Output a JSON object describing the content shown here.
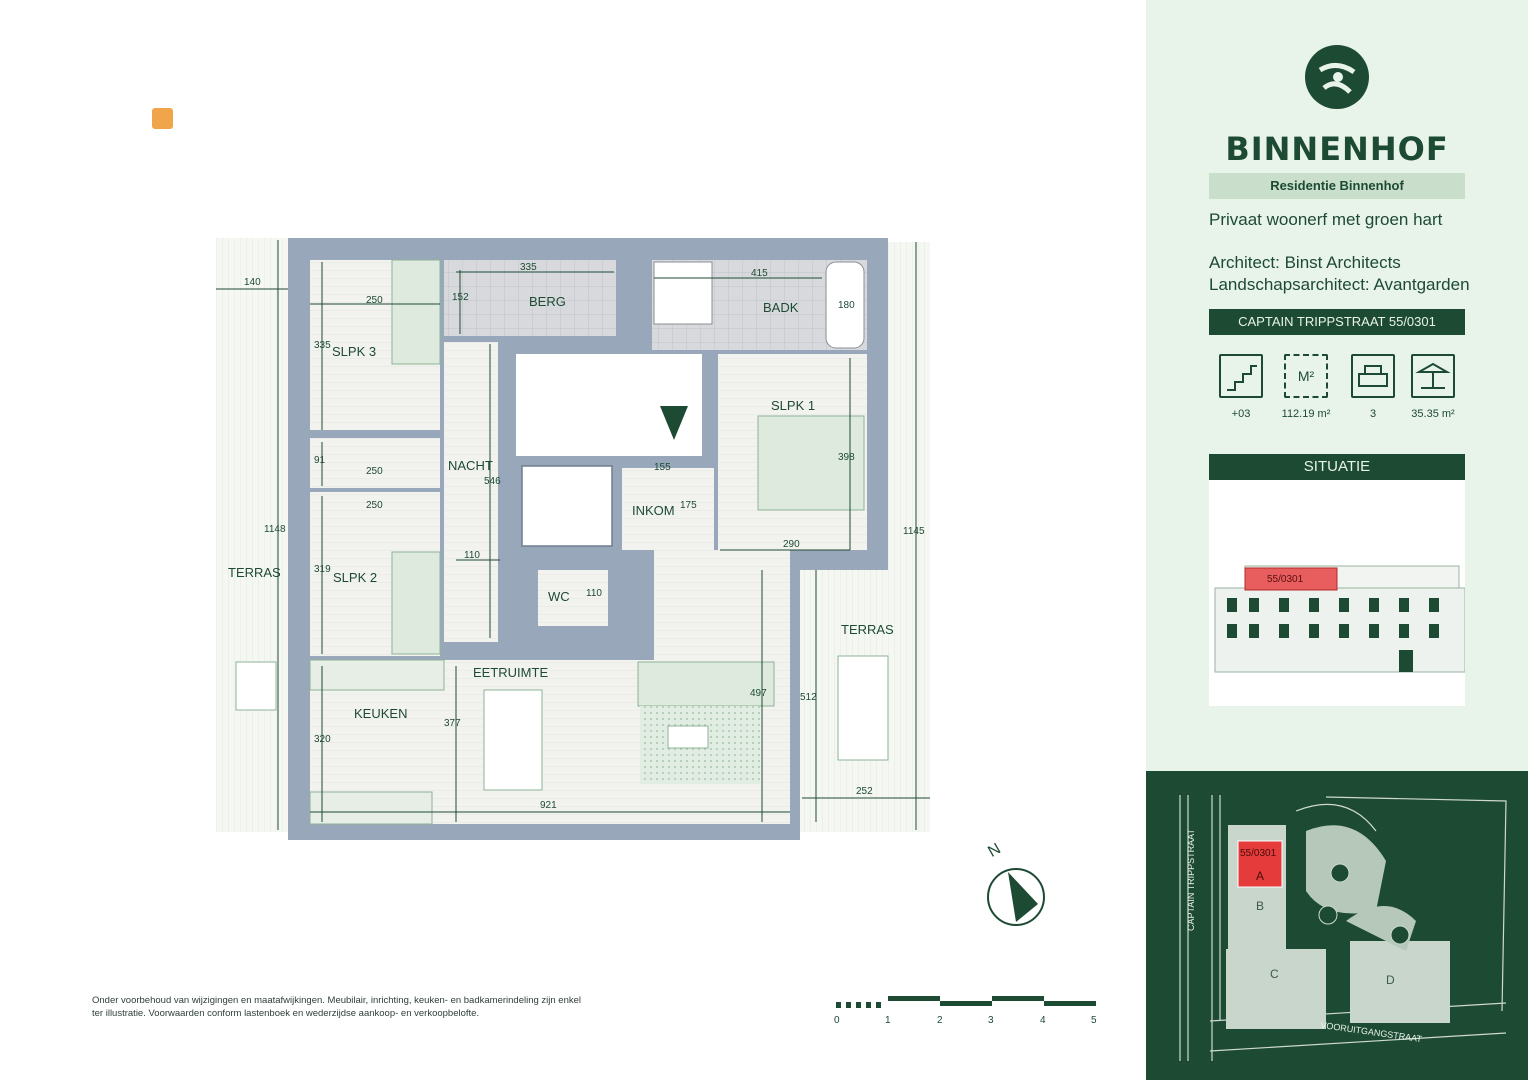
{
  "brand": {
    "name": "BINNENHOF",
    "project": "Residentie Binnenhof",
    "tagline": "Privaat woonerf met groen hart",
    "architect": "Architect: Binst Architects",
    "landscape": "Landschapsarchitect: Avantgarden",
    "unit_address": "CAPTAIN TRIPPSTRAAT 55/0301"
  },
  "stats": [
    {
      "icon": "stairs-icon",
      "value": "+03"
    },
    {
      "icon": "area-m2-icon",
      "label": "M²",
      "value": "112.19 m²"
    },
    {
      "icon": "bed-icon",
      "value": "3"
    },
    {
      "icon": "terrace-icon",
      "value": "35.35 m²"
    }
  ],
  "situatie": {
    "title": "SITUATIE",
    "unit_tag": "55/0301"
  },
  "site_map": {
    "unit_tag": "55/0301",
    "blocks": [
      "A",
      "B",
      "C",
      "D"
    ],
    "streets": [
      "CAPTAIN TRIPPSTRAAT",
      "VOORUITGANGSTRAAT"
    ]
  },
  "plan": {
    "rooms": [
      "SLPK 3",
      "BERG",
      "BADK",
      "SLPK 1",
      "NACHT",
      "INKOM",
      "SLPK 2",
      "WC",
      "TERRAS",
      "TERRAS",
      "EETRUIMTE",
      "KEUKEN"
    ],
    "dims": [
      "140",
      "250",
      "335",
      "152",
      "335",
      "415",
      "180",
      "91",
      "250",
      "250",
      "546",
      "155",
      "175",
      "398",
      "290",
      "319",
      "110",
      "110",
      "1148",
      "1145",
      "377",
      "320",
      "497",
      "512",
      "921",
      "252"
    ]
  },
  "compass": {
    "label": "N"
  },
  "scale": {
    "labels": [
      "0",
      "1",
      "2",
      "3",
      "4",
      "5"
    ]
  },
  "disclaimer": "Onder voorbehoud van wijzigingen en maatafwijkingen. Meubilair, inrichting, keuken- en badkamerindeling zijn enkel ter illustratie. Voorwaarden conform lastenboek en wederzijdse aankoop- en verkoopbelofte.",
  "colors": {
    "brand_green": "#1d4a33",
    "panel_bg": "#e8f3ea",
    "wall": "#98a7b9",
    "highlight": "#e53b3b"
  }
}
